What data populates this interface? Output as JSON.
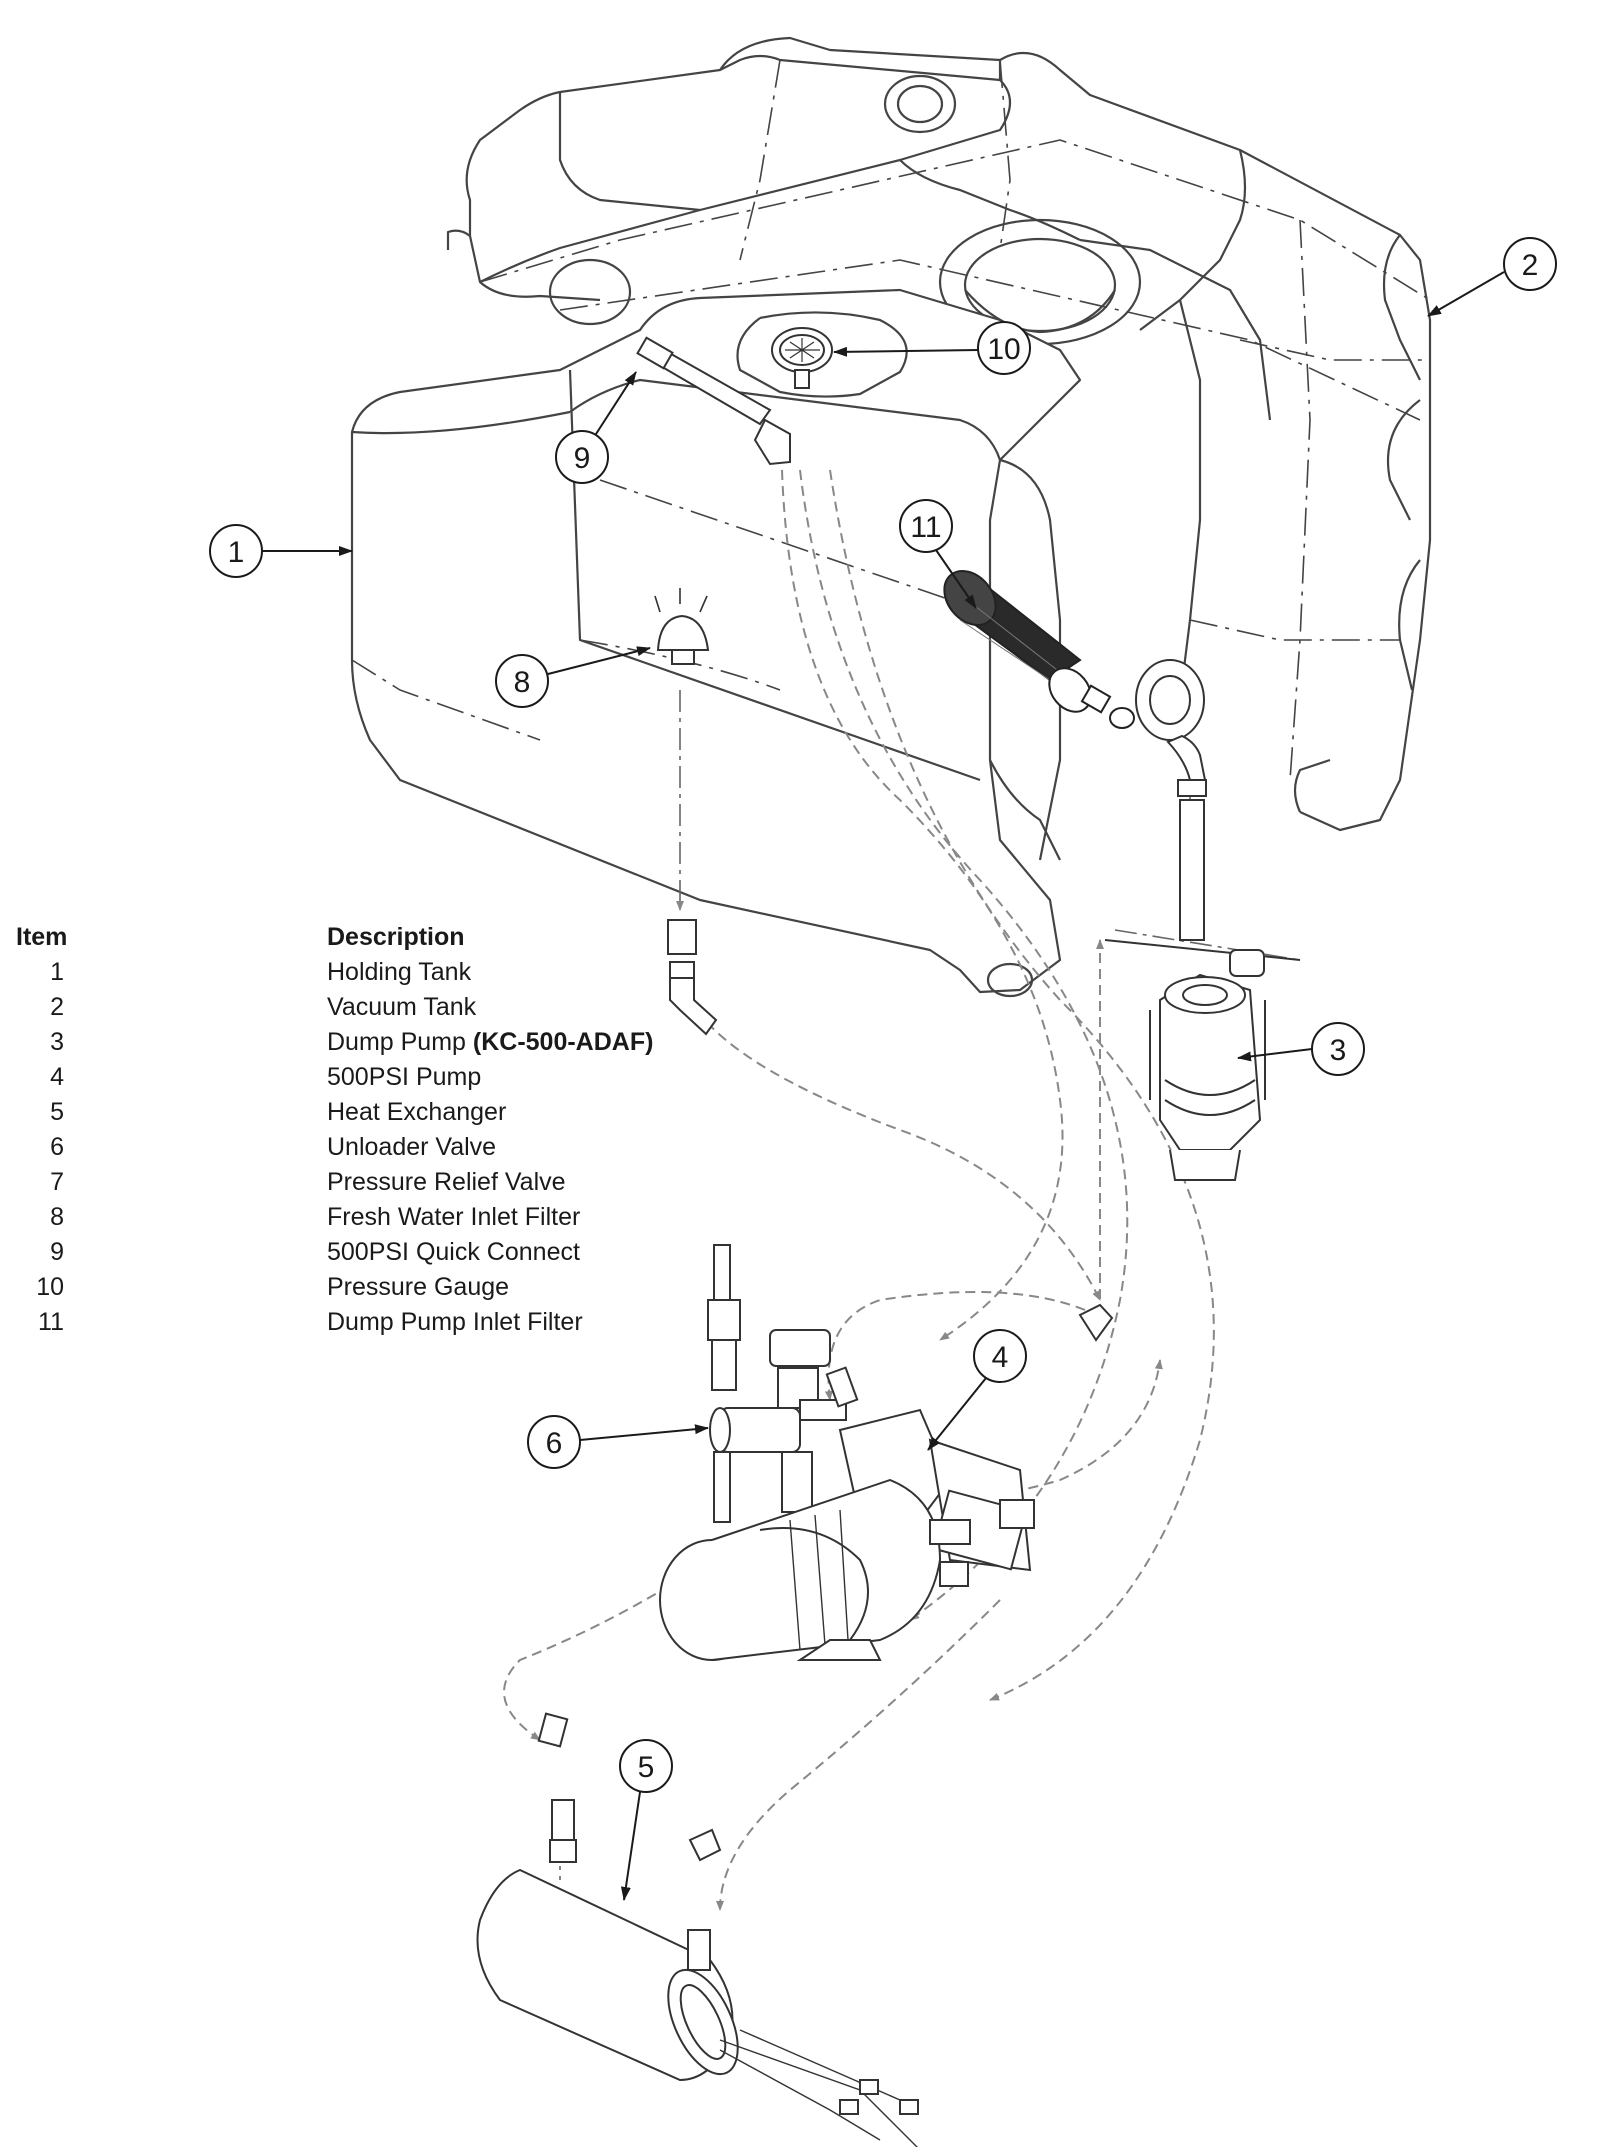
{
  "parts_list": {
    "header": {
      "item": "Item",
      "description": "Description"
    },
    "rows": [
      {
        "item": "1",
        "description": "Holding Tank",
        "emphasis": ""
      },
      {
        "item": "2",
        "description": "Vacuum Tank",
        "emphasis": ""
      },
      {
        "item": "3",
        "description": "Dump Pump ",
        "emphasis": "(KC-500-ADAF)"
      },
      {
        "item": "4",
        "description": "500PSI Pump",
        "emphasis": ""
      },
      {
        "item": "5",
        "description": "Heat Exchanger",
        "emphasis": ""
      },
      {
        "item": "6",
        "description": "Unloader Valve",
        "emphasis": ""
      },
      {
        "item": "7",
        "description": "Pressure Relief Valve",
        "emphasis": ""
      },
      {
        "item": "8",
        "description": "Fresh Water Inlet Filter",
        "emphasis": ""
      },
      {
        "item": "9",
        "description": "500PSI Quick Connect",
        "emphasis": ""
      },
      {
        "item": "10",
        "description": "Pressure Gauge",
        "emphasis": ""
      },
      {
        "item": "11",
        "description": "Dump Pump Inlet Filter",
        "emphasis": ""
      }
    ]
  },
  "callouts": [
    {
      "id": "1",
      "part": "Holding Tank"
    },
    {
      "id": "2",
      "part": "Vacuum Tank"
    },
    {
      "id": "3",
      "part": "Dump Pump"
    },
    {
      "id": "4",
      "part": "500PSI Pump"
    },
    {
      "id": "5",
      "part": "Heat Exchanger"
    },
    {
      "id": "6",
      "part": "Unloader Valve"
    },
    {
      "id": "8",
      "part": "Fresh Water Inlet Filter"
    },
    {
      "id": "9",
      "part": "500PSI Quick Connect"
    },
    {
      "id": "10",
      "part": "Pressure Gauge"
    },
    {
      "id": "11",
      "part": "Dump Pump Inlet Filter"
    }
  ],
  "style": {
    "line_color": "#333333",
    "hose_color": "#777777",
    "background": "#ffffff"
  }
}
